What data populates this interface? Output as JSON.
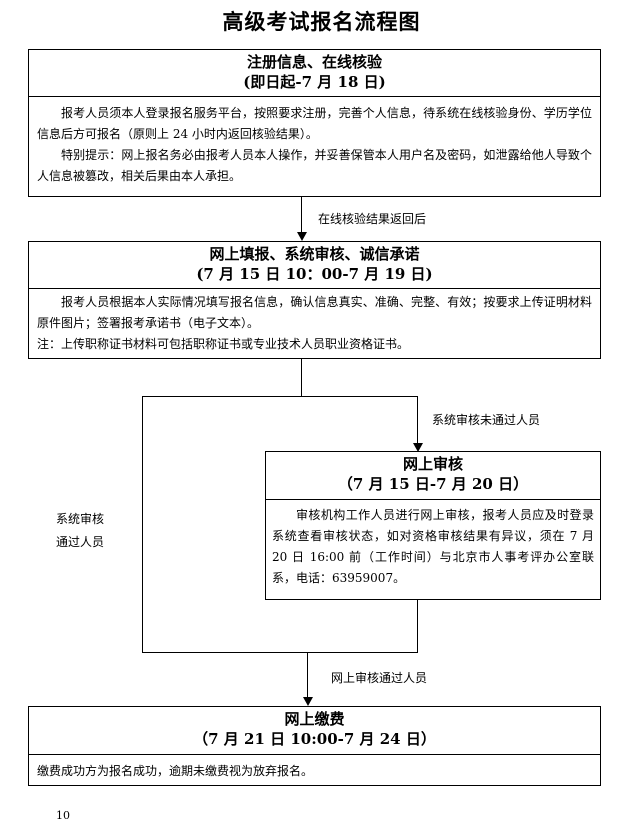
{
  "title": "高级考试报名流程图",
  "step1": {
    "head_line1": "注册信息、在线核验",
    "head_line2": "(即日起-7 月 18 日)",
    "para1": "报考人员须本人登录报名服务平台，按照要求注册，完善个人信息，待系统在线核验身份、学历学位信息后方可报名（原则上 24 小时内返回核验结果）。",
    "para2": "特别提示：网上报名务必由报考人员本人操作，并妥善保管本人用户名及密码，如泄露给他人导致个人信息被篡改，相关后果由本人承担。"
  },
  "arrow1_label": "在线核验结果返回后",
  "step2": {
    "head_line1": "网上填报、系统审核、诚信承诺",
    "head_line2": "(7 月 15 日 10：00-7 月 19 日)",
    "para1": "报考人员根据本人实际情况填写报名信息，确认信息真实、准确、完整、有效；按要求上传证明材料原件图片；签署报考承诺书（电子文本）。",
    "para2": "注：上传职称证书材料可包括职称证书或专业技术人员职业资格证书。"
  },
  "branch_fail_label": "系统审核未通过人员",
  "branch_pass_label_line1": "系统审核",
  "branch_pass_label_line2": "通过人员",
  "step3": {
    "head_line1": "网上审核",
    "head_line2": "（7 月 15 日-7 月 20 日）",
    "para1": "审核机构工作人员进行网上审核，报考人员应及时登录系统查看审核状态，如对资格审核结果有异议，须在 7 月 20 日 16:00 前（工作时间）与北京市人事考评办公室联系，电话：63959007。"
  },
  "arrow3_label": "网上审核通过人员",
  "step4": {
    "head_line1": "网上缴费",
    "head_line2": "（7 月 21 日 10:00-7 月 24 日）",
    "para1": "缴费成功方为报名成功，逾期未缴费视为放弃报名。"
  },
  "page_number": "10"
}
